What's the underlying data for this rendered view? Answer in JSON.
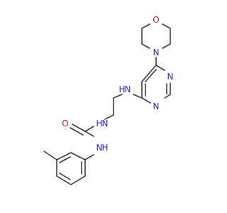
{
  "molecule": {
    "colors": {
      "bond": "#3c3c3c",
      "nitrogen": "#2b2bd6",
      "oxygen": "#e02020",
      "background": "#ffffff"
    },
    "atoms": {
      "morpholine_o": "O",
      "morpholine_n": "N",
      "pyrimidine_n1": "N",
      "pyrimidine_n3": "N",
      "amine_nh": "H",
      "amine_n": "N",
      "urea_nh1": "H",
      "urea_n1": "N",
      "urea_o": "O",
      "urea_nh2": "H",
      "urea_n2": "N"
    }
  }
}
